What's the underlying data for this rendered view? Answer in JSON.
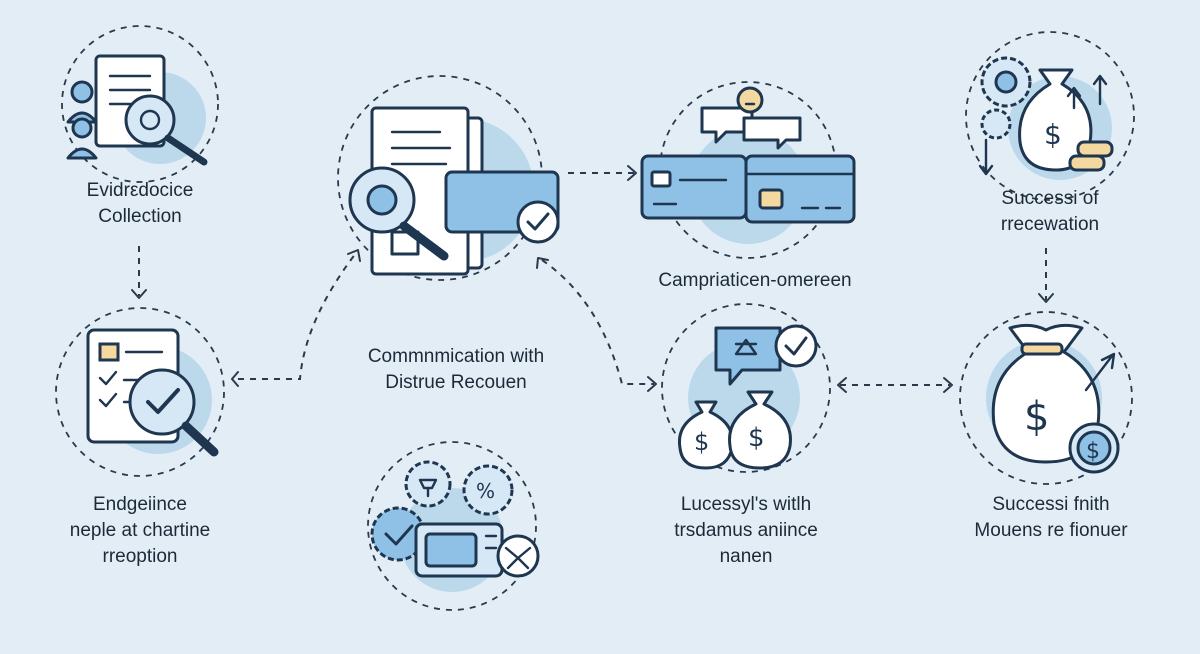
{
  "nodes": {
    "evidence_collection": {
      "line1": "Evidrεdocice",
      "line2": "Collection"
    },
    "evidence_review": {
      "line1": "Endgeiince",
      "line2": "neple at chartine",
      "line3": "rreoption"
    },
    "communication": {
      "line1": "Commnmication with",
      "line2": "Distrue Recouen"
    },
    "campaign": {
      "line1": "Campriaticen-omereen"
    },
    "success_top": {
      "line1": "Successi of",
      "line2": "rrecewation"
    },
    "lucessyl": {
      "line1": "Lucessyl's witlh",
      "line2": "trsdamus aniince",
      "line3": "nanen"
    },
    "success_right": {
      "line1": "Successi fnith",
      "line2": "Mouens re fionuer"
    }
  },
  "colors": {
    "background": "#e3edf6",
    "accent_blue": "#8fc0e6",
    "circle_fill": "#bcd9ec",
    "gold": "#f3d9a0",
    "stroke": "#1f3650"
  },
  "icons": [
    "document-magnifier-icon",
    "checklist-magnifier-icon",
    "document-card-check-icon",
    "credit-cards-icon",
    "gears-money-bag-icon",
    "money-bags-chat-icon",
    "money-bag-coin-icon",
    "gears-card-icon"
  ]
}
